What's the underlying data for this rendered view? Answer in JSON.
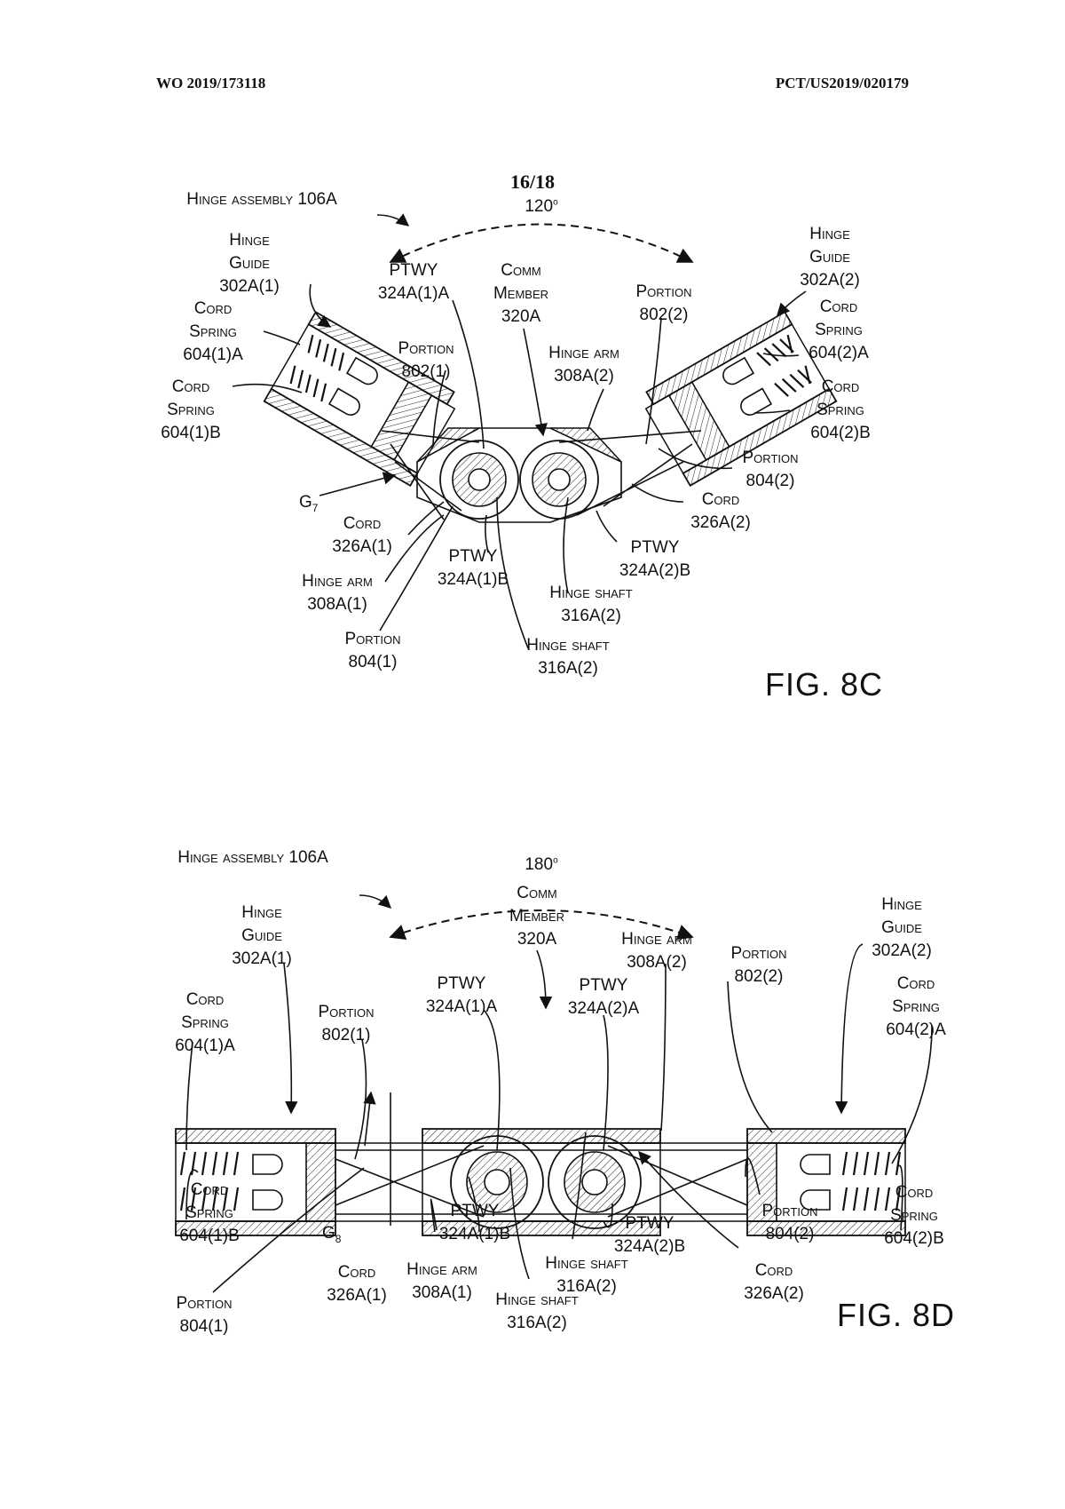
{
  "header": {
    "publication_number": "WO 2019/173118",
    "application_number": "PCT/US2019/020179",
    "sheet": "16/18"
  },
  "figure_8c": {
    "figure_label": "FIG. 8C",
    "title": "Hinge assembly 106A",
    "angle": "120",
    "angle_unit": "o",
    "gap_symbol": "G",
    "gap_subscript": "7",
    "labels": {
      "hinge_guide_1": [
        "Hinge",
        "Guide",
        "302A(1)"
      ],
      "cord_spring_1a": [
        "Cord",
        "Spring",
        "604(1)A"
      ],
      "cord_spring_1b": [
        "Cord",
        "Spring",
        "604(1)B"
      ],
      "ptwy_1a": [
        "PTWY",
        "324A(1)A"
      ],
      "comm_member": [
        "Comm",
        "Member",
        "320A"
      ],
      "portion_802_2": [
        "Portion",
        "802(2)"
      ],
      "hinge_guide_2": [
        "Hinge",
        "Guide",
        "302A(2)"
      ],
      "cord_spring_2a": [
        "Cord",
        "Spring",
        "604(2)A"
      ],
      "portion_802_1": [
        "Portion",
        "802(1)"
      ],
      "hinge_arm_2": [
        "Hinge arm",
        "308A(2)"
      ],
      "cord_spring_2b": [
        "Cord",
        "Spring",
        "604(2)B"
      ],
      "portion_804_2": [
        "Portion",
        "804(2)"
      ],
      "cord_2": [
        "Cord",
        "326A(2)"
      ],
      "cord_1": [
        "Cord",
        "326A(1)"
      ],
      "ptwy_2b": [
        "PTWY",
        "324A(2)B"
      ],
      "ptwy_1b": [
        "PTWY",
        "324A(1)B"
      ],
      "hinge_arm_1": [
        "Hinge arm",
        "308A(1)"
      ],
      "hinge_shaft_a": [
        "Hinge shaft",
        "316A(2)"
      ],
      "portion_804_1": [
        "Portion",
        "804(1)"
      ],
      "hinge_shaft_b": [
        "Hinge shaft",
        "316A(2)"
      ]
    }
  },
  "figure_8d": {
    "figure_label": "FIG. 8D",
    "title": "Hinge assembly 106A",
    "angle": "180",
    "angle_unit": "o",
    "gap_symbol": "G",
    "gap_subscript": "8",
    "labels": {
      "comm_member": [
        "Comm",
        "Member",
        "320A"
      ],
      "hinge_guide_1": [
        "Hinge",
        "Guide",
        "302A(1)"
      ],
      "hinge_arm_2": [
        "Hinge arm",
        "308A(2)"
      ],
      "portion_802_2": [
        "Portion",
        "802(2)"
      ],
      "hinge_guide_2": [
        "Hinge",
        "Guide",
        "302A(2)"
      ],
      "ptwy_1a": [
        "PTWY",
        "324A(1)A"
      ],
      "ptwy_2a": [
        "PTWY",
        "324A(2)A"
      ],
      "cord_spring_1a": [
        "Cord",
        "Spring",
        "604(1)A"
      ],
      "portion_802_1": [
        "Portion",
        "802(1)"
      ],
      "cord_spring_2a": [
        "Cord",
        "Spring",
        "604(2)A"
      ],
      "cord_spring_1b": [
        "Cord",
        "Spring",
        "604(1)B"
      ],
      "ptwy_1b": [
        "PTWY",
        "324A(1)B"
      ],
      "portion_804_2": [
        "Portion",
        "804(2)"
      ],
      "cord_spring_2b": [
        "Cord",
        "Spring",
        "604(2)B"
      ],
      "ptwy_2b": [
        "PTWY",
        "324A(2)B"
      ],
      "cord_1": [
        "Cord",
        "326A(1)"
      ],
      "hinge_arm_1": [
        "Hinge arm",
        "308A(1)"
      ],
      "hinge_shaft_a": [
        "Hinge shaft",
        "316A(2)"
      ],
      "cord_2": [
        "Cord",
        "326A(2)"
      ],
      "portion_804_1": [
        "Portion",
        "804(1)"
      ],
      "hinge_shaft_b": [
        "Hinge shaft",
        "316A(2)"
      ]
    }
  }
}
